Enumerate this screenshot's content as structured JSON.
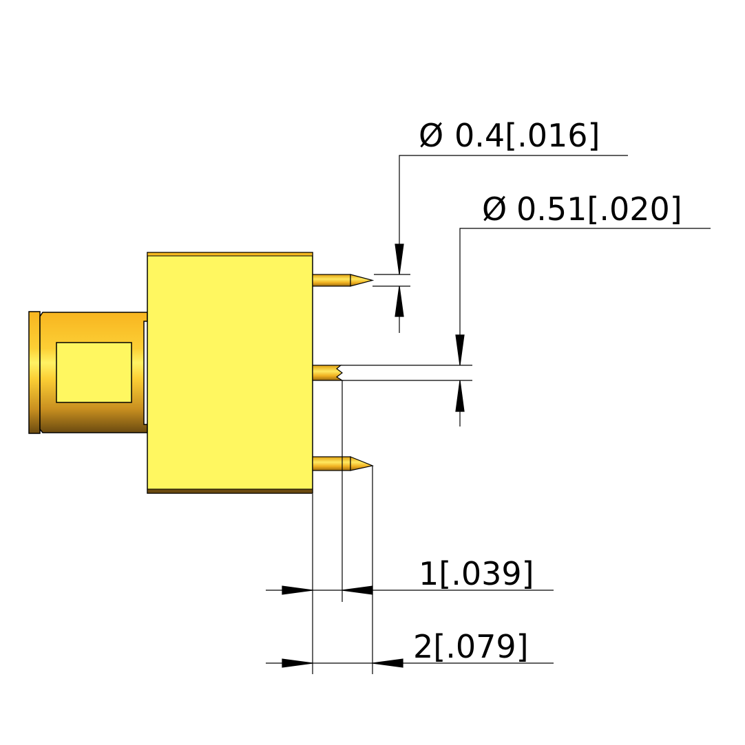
{
  "dimensions": {
    "pin_diameter": {
      "symbol": "Ø",
      "label": "0.4[.016]"
    },
    "center_pin_diameter": {
      "symbol": "Ø",
      "label": "0.51[.020]"
    },
    "center_pin_length": {
      "label": "1[.039]"
    },
    "pin_length": {
      "label": "2[.079]"
    }
  },
  "colors": {
    "body": "#FFF760",
    "gold": "#F5B820",
    "gold_dark": "#7A5410",
    "line": "#000000"
  }
}
